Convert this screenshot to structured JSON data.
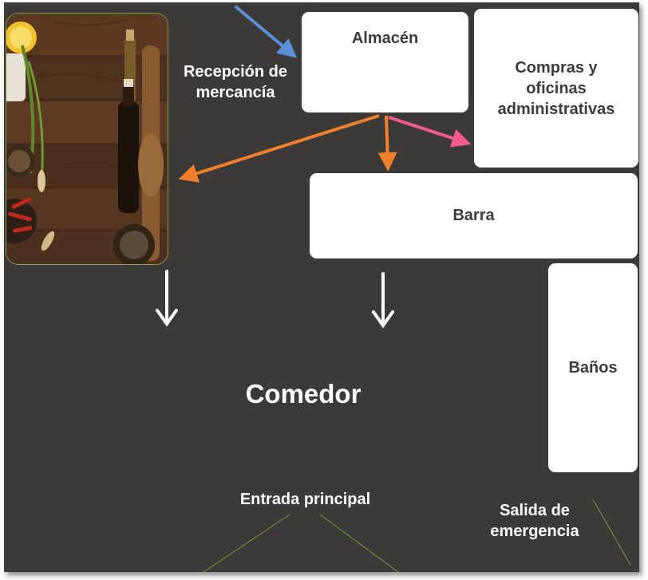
{
  "rooms": {
    "almacen": "Almacén",
    "compras": "Compras y oficinas administrativas",
    "barra": "Barra",
    "banos": "Baños",
    "comedor": "Comedor"
  },
  "labels": {
    "recepcion": "Recepción de mercancía",
    "entrada": "Entrada principal",
    "salida": "Salida de emergencia"
  },
  "photo": {
    "subject": "spices-on-wood-table"
  },
  "colors": {
    "background": "#3b3a38",
    "box": "#ffffff",
    "box_text": "#3c3c3c",
    "arrow_blue": "#5b8fd6",
    "arrow_orange": "#f07f2e",
    "arrow_pink": "#ee5b8c",
    "arrow_white": "#ffffff",
    "door_lines": "#7aa03c"
  }
}
